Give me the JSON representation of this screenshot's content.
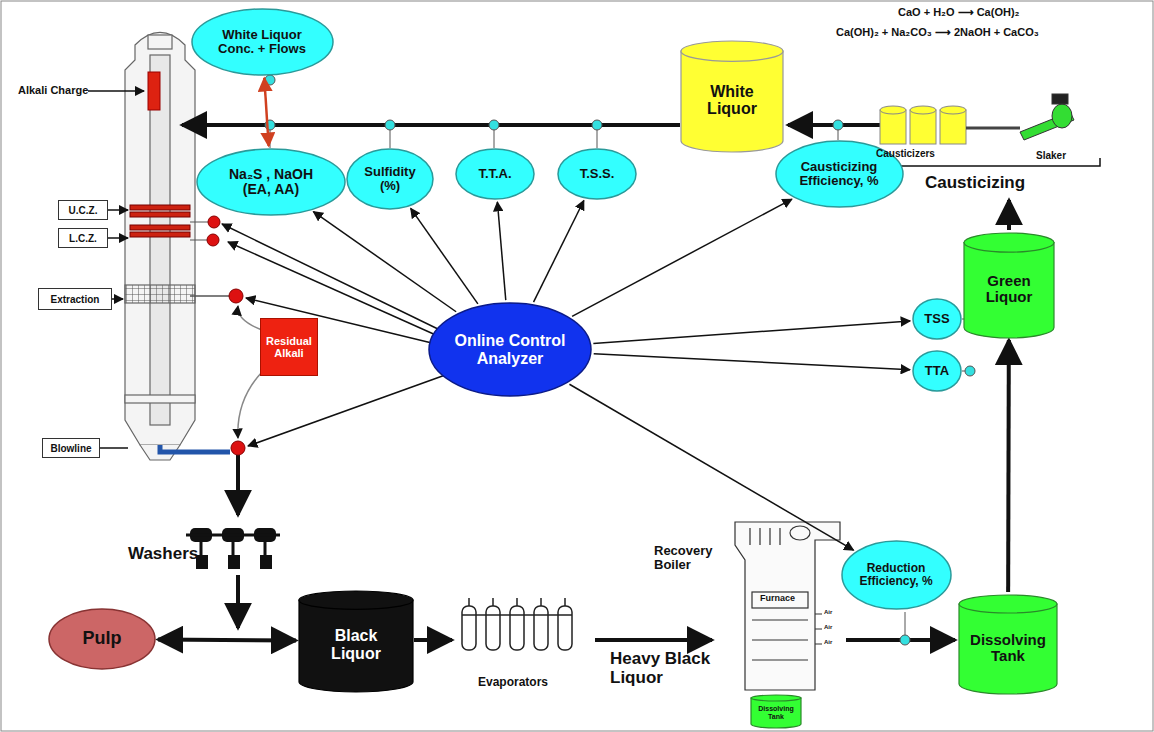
{
  "diagram": {
    "nodes": [
      {
        "text": [
          "White Liquor Conc. + Flows"
        ]
      },
      {
        "text": [
          "Na₂S , NaOH (EA, AA)"
        ]
      },
      {
        "text": [
          "Sulfidity (%)"
        ]
      },
      {
        "text": [
          "T.T.A."
        ]
      },
      {
        "text": [
          "T.S.S."
        ]
      },
      {
        "text": [
          "White Liquor"
        ]
      },
      {
        "text": [
          "Causticizing Efficiency, %"
        ]
      },
      {
        "text": [
          "U.C.Z."
        ]
      },
      {
        "text": [
          "L.C.Z."
        ]
      },
      {
        "text": [
          "Extraction"
        ]
      },
      {
        "text": [
          "Residual Alkali"
        ]
      },
      {
        "text": [
          "Online Control Analyzer"
        ]
      },
      {
        "text": [
          "TSS"
        ]
      },
      {
        "text": [
          "TTA"
        ]
      },
      {
        "text": [
          "Green Liquor"
        ]
      },
      {
        "text": [
          "Blowline"
        ]
      },
      {
        "text": [
          "Pulp"
        ]
      },
      {
        "text": [
          "Black Liquor"
        ]
      },
      {
        "text": [
          "Reduction Efficiency, %"
        ]
      },
      {
        "text": [
          "Dissolving Tank"
        ]
      },
      {
        "text": [
          "Dissolving Tank"
        ]
      }
    ],
    "edges": [
      {
        "from": 0,
        "to": 1,
        "arrow": "both"
      },
      {
        "from": 11,
        "to": 1,
        "arrow": "to"
      },
      {
        "from": 11,
        "to": 2,
        "arrow": "to"
      },
      {
        "from": 11,
        "to": 3,
        "arrow": "to"
      },
      {
        "from": 11,
        "to": 4,
        "arrow": "to"
      },
      {
        "from": 11,
        "to": 6,
        "arrow": "to"
      },
      {
        "from": 11,
        "to": 12,
        "arrow": "to"
      },
      {
        "from": 11,
        "to": 13,
        "arrow": "to"
      },
      {
        "from": 11,
        "to": 18,
        "arrow": "to"
      },
      {
        "from": 16,
        "to": 17,
        "arrow": "both"
      },
      {
        "from": 20,
        "to": 14,
        "arrow": "to"
      }
    ],
    "labels": [
      "Alkali Charge",
      "CaO + H₂O ⟶ Ca(OH)₂",
      "Ca(OH)₂ + Na₂CO₃ ⟶ 2NaOH + CaCO₃",
      "Causticizers",
      "Slaker",
      "Causticizing",
      "Washers",
      "Evaporators",
      "Heavy Black Liquor",
      "Recovery Boiler",
      "Furnace",
      "Air",
      "Air",
      "Air"
    ]
  }
}
